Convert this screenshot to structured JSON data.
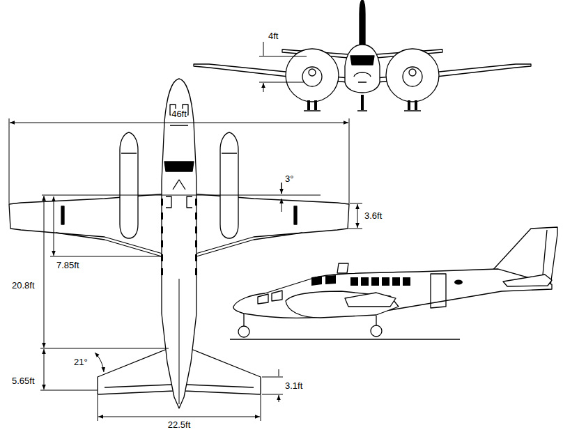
{
  "diagram": {
    "labels": [
      "4ft",
      "46ft",
      "3°",
      "3.6ft",
      "7.85ft",
      "20.8ft",
      "21°",
      "5.65ft",
      "3.1ft",
      "22.5ft"
    ]
  }
}
